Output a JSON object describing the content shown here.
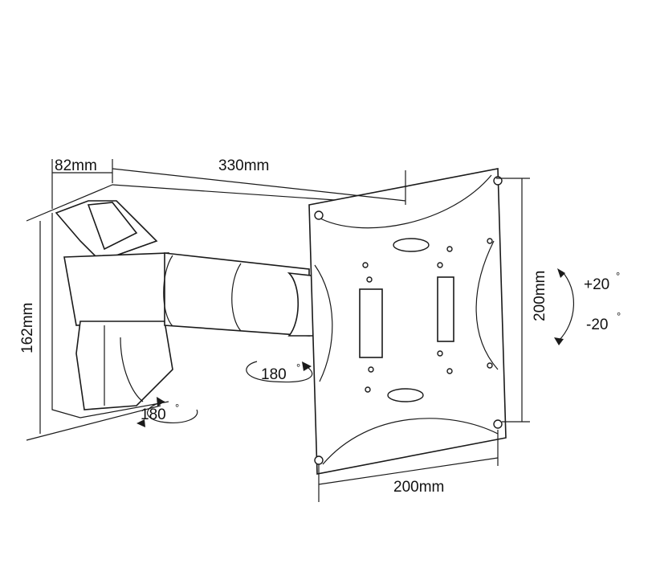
{
  "dimensions": {
    "depth": "82mm",
    "extension": "330mm",
    "height": "162mm",
    "vesa_width": "200mm",
    "vesa_height": "200mm"
  },
  "rotations": {
    "arm_swivel": "180",
    "wall_swivel": "180",
    "tilt_up": "+20",
    "tilt_down": "-20",
    "degree_symbol": "°"
  }
}
